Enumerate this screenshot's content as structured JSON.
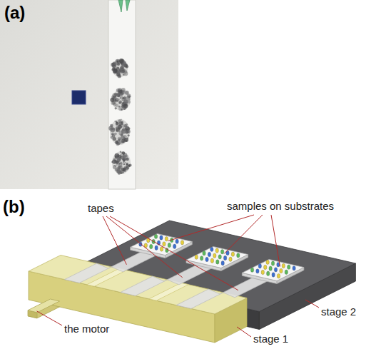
{
  "diagram": {
    "labels": [
      "(a)",
      "(b)",
      "tapes",
      "samples on substrates",
      "the motor",
      "stage 1",
      "stage 2"
    ]
  }
}
